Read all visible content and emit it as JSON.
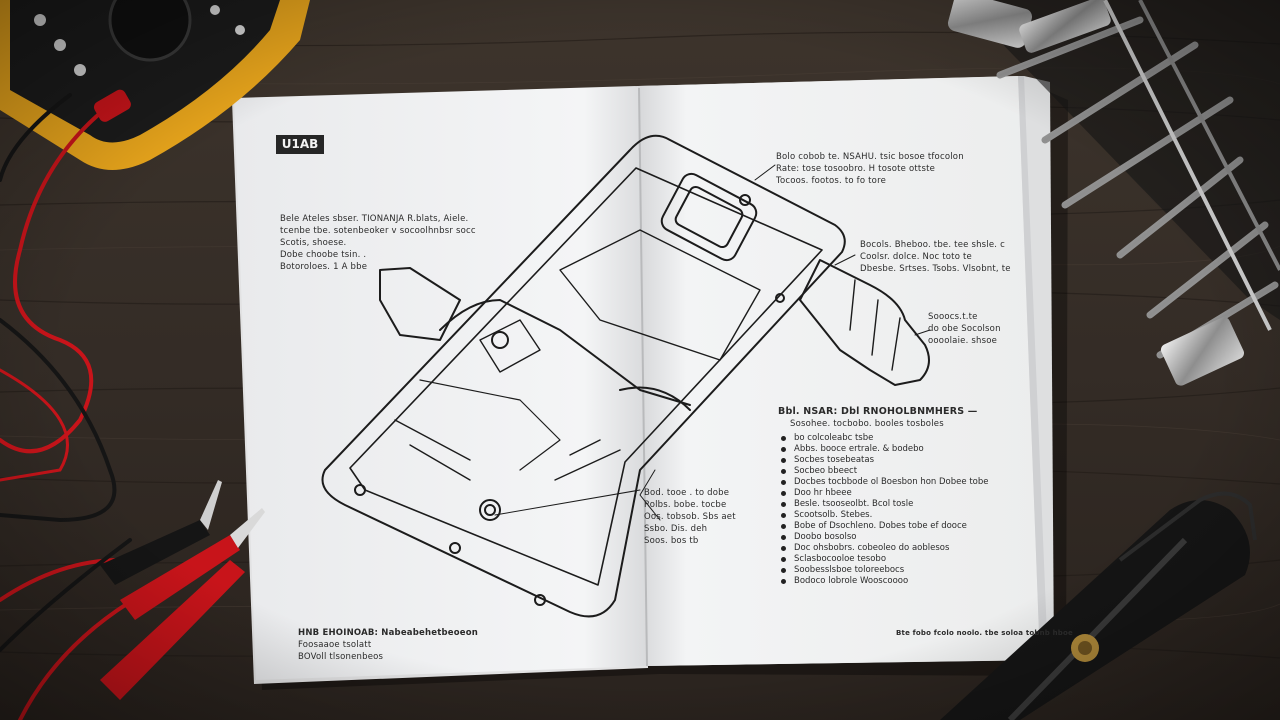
{
  "manual": {
    "badge": "U1AB",
    "left_page": {
      "intro_lines": [
        "Bele Ateles sbser. TIONANJA R.blats, Aiele.",
        "tcenbe tbe. sotenbeoker v socoolhnbsr socc",
        "Scotis, shoese.",
        "Dobe choobe tsin. .",
        "Botoroloes. 1 A bbe"
      ],
      "footer_lines": [
        "HNB EHOINOAB: Nabeabehetbeoeon",
        "Foosaaoe tsolatt",
        "BOVoll tlsonenbeos"
      ]
    },
    "right_page": {
      "callouts": [
        {
          "lines": [
            "Bolo cobob te. NSAHU. tsic bosoe tfocolon",
            "Rate: tose tosoobro. H tosote ottste",
            "Tocoos. footos. to fo tore"
          ]
        },
        {
          "lines": [
            "Bocols. Bheboo. tbe. tee shsle. c",
            "Coolsr. dolce. Noc toto te",
            "Dbesbe. Srtses. Tsobs. Vlsobnt, te"
          ]
        },
        {
          "lines": [
            "Sooocs.t.te",
            "do obe Socolson",
            "oooolaie. shsoe"
          ]
        },
        {
          "lines": [
            "Bod. tooe . to dobe",
            "Rolbs. bobe. tocbe",
            "Oos. tobsob. Sbs aet",
            "Ssbo. Dis. deh",
            "Soos. bos tb"
          ]
        }
      ],
      "heading": "Bbl. NSAR: Dbl RNOHOLBNMHERS —",
      "subheading_lines": [
        "Sosohee. tocbobo. booles tosboles",
        "bo colcoleabc tsbe"
      ],
      "bullets": [
        "Abbs. booce ertrale. & bodebo",
        "Socbes tosebeatas",
        "Socbeo bbeect",
        "Docbes tocbbode ol Boesbon hon Dobee tobe",
        "Doo hr hbeee",
        "Besle. tsooseolbt. Bcol tosle",
        "Scootsolb. Stebes.",
        "Bobe of Dsochleno. Dobes tobe ef dooce",
        "Doobo bosolso",
        "Doc ohsbobrs. cobeoleo do aoblesos",
        "Sclasbocooloe tesobo",
        "Soobesslsboe toloreebocs",
        "Bodoco lobrole Wooscoooo"
      ],
      "footer": "Bte fobo fcolo noolo. tbe soloa tobnb hboe"
    }
  },
  "colors": {
    "desk": "#3a3029",
    "paper": "#f4f5f6",
    "multimeter_yellow": "#e8a51c",
    "probe_red": "#c8141a",
    "ink": "#1c1c1c"
  }
}
